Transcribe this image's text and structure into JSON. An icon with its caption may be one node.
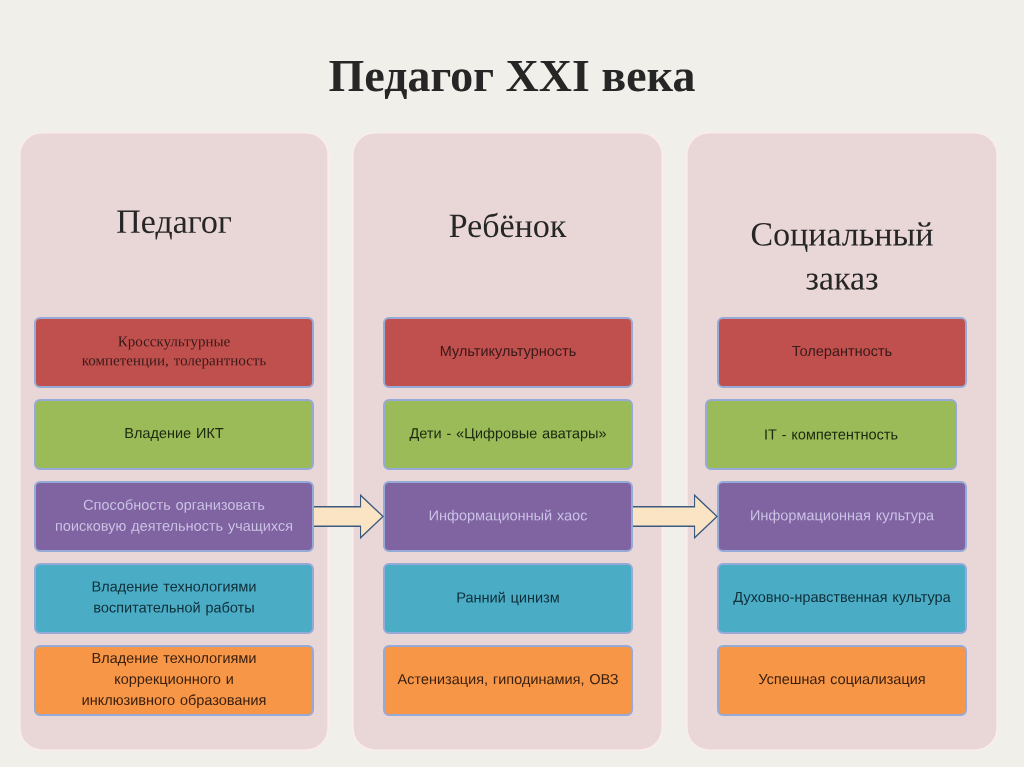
{
  "diagram": {
    "title": "Педагог XXI века",
    "nodes": [
      {
        "text": [
          "Педагог"
        ]
      },
      {
        "text": [
          "Кросскультурные компетенции, толерантность"
        ],
        "in": 0
      },
      {
        "text": [
          "Владение ИКТ"
        ],
        "in": 0
      },
      {
        "text": [
          "Способность  организовать поисковую деятельность учащихся"
        ],
        "in": 0
      },
      {
        "text": [
          "Владение технологиями воспитательной работы"
        ],
        "in": 0
      },
      {
        "text": [
          "Владение технологиями коррекционного и инклюзивного образования"
        ],
        "in": 0
      },
      {
        "text": [
          "Ребёнок"
        ]
      },
      {
        "text": [
          "Мультикультурность"
        ],
        "in": 6
      },
      {
        "text": [
          "Дети - «Цифровые аватары»"
        ],
        "in": 6
      },
      {
        "text": [
          "Информационный хаос"
        ],
        "in": 6
      },
      {
        "text": [
          "Ранний цинизм"
        ],
        "in": 6
      },
      {
        "text": [
          "Астенизация, гиподинамия, ОВЗ"
        ],
        "in": 6
      },
      {
        "text": [
          "Социальный заказ"
        ]
      },
      {
        "text": [
          "Толерантность"
        ],
        "in": 12
      },
      {
        "text": [
          "IT - компетентность"
        ],
        "in": 12
      },
      {
        "text": [
          "Информационная культура"
        ],
        "in": 12
      },
      {
        "text": [
          "Духовно-нравственная культура"
        ],
        "in": 12
      },
      {
        "text": [
          "Успешная социализация"
        ],
        "in": 12
      }
    ],
    "edges": [
      {
        "from": 3,
        "to": 9,
        "arrow": "to"
      },
      {
        "from": 9,
        "to": 15,
        "arrow": "to"
      }
    ]
  }
}
